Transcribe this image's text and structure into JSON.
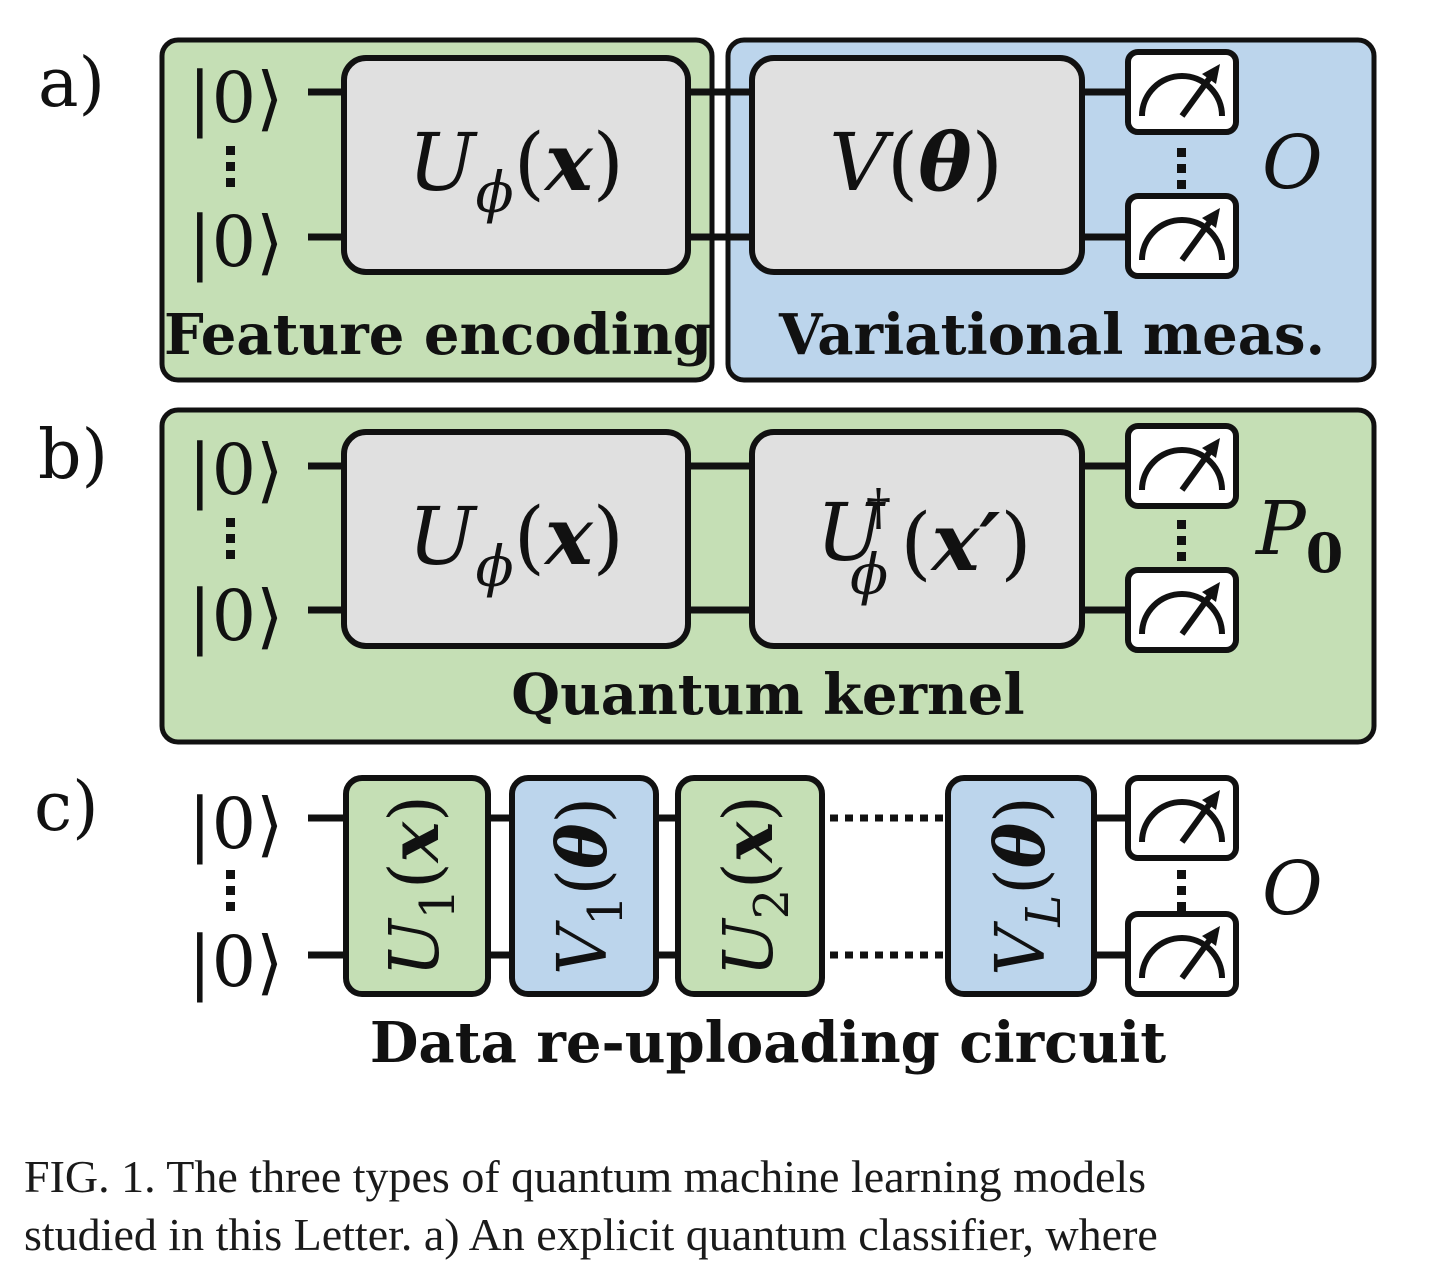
{
  "panels": {
    "a": {
      "label": "a)",
      "inputs": [
        "|0⟩",
        "|0⟩"
      ],
      "encoding_box": "Feature encoding",
      "encoding_gate": {
        "letter": "U",
        "sub": "ϕ",
        "arg": "x"
      },
      "variational_box": "Variational meas.",
      "variational_gate": {
        "letter": "V",
        "arg": "θ"
      },
      "observable": "O"
    },
    "b": {
      "label": "b)",
      "inputs": [
        "|0⟩",
        "|0⟩"
      ],
      "box": "Quantum kernel",
      "gate1": {
        "letter": "U",
        "sub": "ϕ",
        "arg": "x"
      },
      "gate2": {
        "letter": "U",
        "sup": "†",
        "sub": "ϕ",
        "arg": "x′"
      },
      "observable": {
        "letter": "P",
        "sub": "0"
      }
    },
    "c": {
      "label": "c)",
      "inputs": [
        "|0⟩",
        "|0⟩"
      ],
      "gates": [
        {
          "letter": "U",
          "sub": "1",
          "arg": "x"
        },
        {
          "letter": "V",
          "sub": "1",
          "arg": "θ"
        },
        {
          "letter": "U",
          "sub": "2",
          "arg": "x"
        },
        {
          "letter": "V",
          "sub": "L",
          "arg": "θ"
        }
      ],
      "title": "Data re-uploading circuit",
      "observable": "O"
    }
  },
  "caption": {
    "line1": "FIG. 1.  The three types of quantum machine learning models",
    "line2": "studied in this Letter.  a) An explicit quantum classifier, where"
  },
  "colors": {
    "green": "#c5dfb5",
    "blue": "#bcd5ec",
    "gray": "#e0e0e0",
    "ink": "#111111"
  }
}
